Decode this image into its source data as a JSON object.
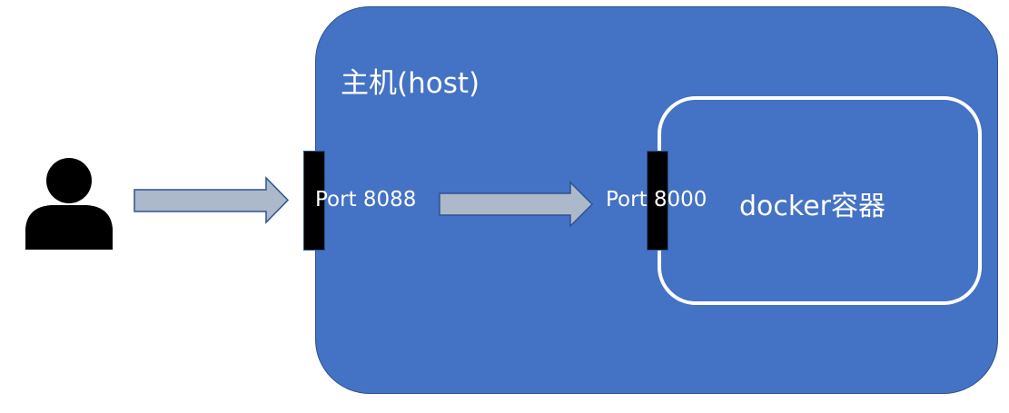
{
  "host": {
    "label": "主机(host)",
    "fill_color": "#4472c4",
    "border_color": "#2f528f"
  },
  "container": {
    "label": "docker容器",
    "border_color": "#ffffff"
  },
  "ports": [
    {
      "label": "Port 8088",
      "bar_color": "#000000"
    },
    {
      "label": "Port 8000",
      "bar_color": "#000000"
    }
  ],
  "arrows": [
    {
      "from": "user",
      "to": "Port 8088",
      "fill_color": "#acb9ca",
      "stroke_color": "#2f528f"
    },
    {
      "from": "Port 8088",
      "to": "Port 8000",
      "fill_color": "#acb9ca",
      "stroke_color": "#2f528f"
    }
  ],
  "user": {
    "icon": "person-icon",
    "color": "#000000"
  }
}
